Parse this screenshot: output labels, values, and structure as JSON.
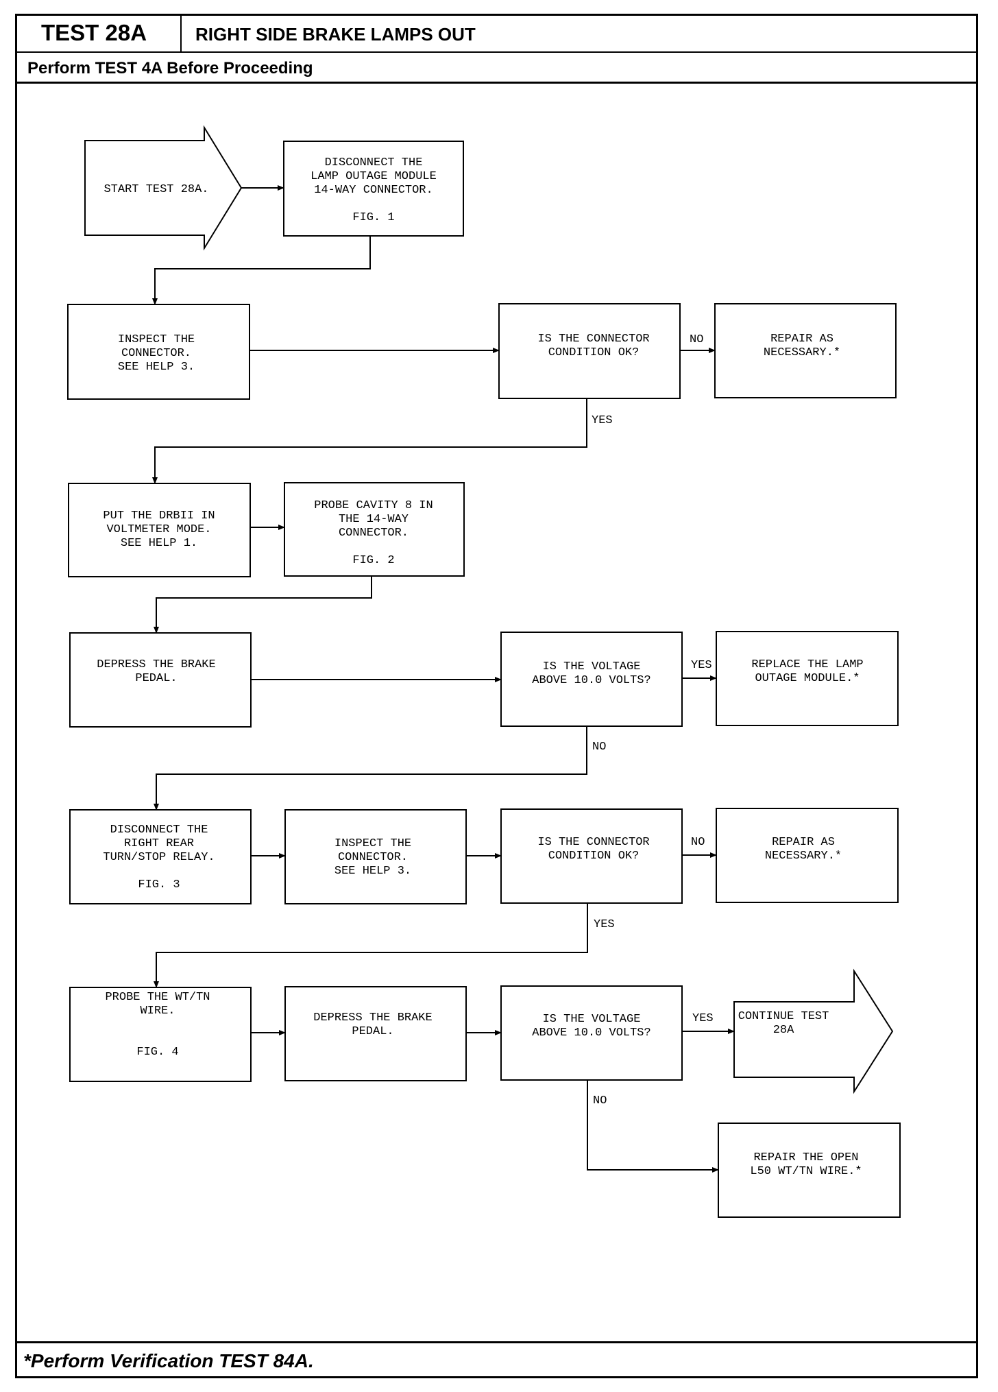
{
  "header": {
    "test_id": "TEST 28A",
    "title": "RIGHT SIDE BRAKE LAMPS OUT",
    "subtitle": "Perform TEST 4A Before Proceeding"
  },
  "footer": {
    "note": "*Perform Verification TEST 84A."
  },
  "flowchart": {
    "start": [
      "START TEST 28A."
    ],
    "disconnect_lom": [
      "DISCONNECT THE",
      "LAMP OUTAGE MODULE",
      "14-WAY CONNECTOR.",
      "",
      "FIG. 1"
    ],
    "inspect_connector_1": [
      "INSPECT THE",
      "CONNECTOR.",
      "SEE HELP 3."
    ],
    "decision_connector_1": [
      "IS THE CONNECTOR",
      "CONDITION OK?"
    ],
    "repair_1": [
      "REPAIR AS",
      "NECESSARY.*"
    ],
    "put_drbii": [
      "PUT THE DRBII IN",
      "VOLTMETER MODE.",
      "SEE HELP 1."
    ],
    "probe_cavity": [
      "PROBE CAVITY 8 IN",
      "THE 14-WAY",
      "CONNECTOR.",
      "",
      "FIG. 2"
    ],
    "depress_pedal_1": [
      "DEPRESS THE BRAKE",
      "PEDAL."
    ],
    "decision_voltage_1": [
      "IS THE VOLTAGE",
      "ABOVE 10.0 VOLTS?"
    ],
    "replace_lom": [
      "REPLACE THE LAMP",
      "OUTAGE MODULE.*"
    ],
    "disconnect_relay": [
      "DISCONNECT THE",
      "RIGHT REAR",
      "TURN/STOP RELAY.",
      "",
      "FIG. 3"
    ],
    "inspect_connector_2": [
      "INSPECT THE",
      "CONNECTOR.",
      "SEE HELP 3."
    ],
    "decision_connector_2": [
      "IS THE CONNECTOR",
      "CONDITION OK?"
    ],
    "repair_2": [
      "REPAIR AS",
      "NECESSARY.*"
    ],
    "probe_wire": [
      "PROBE THE WT/TN",
      "WIRE.",
      "",
      "",
      "FIG. 4"
    ],
    "depress_pedal_2": [
      "DEPRESS THE BRAKE",
      "PEDAL."
    ],
    "decision_voltage_2": [
      "IS THE VOLTAGE",
      "ABOVE 10.0 VOLTS?"
    ],
    "continue": [
      "CONTINUE TEST",
      "28A"
    ],
    "repair_open": [
      "REPAIR THE OPEN",
      "L50 WT/TN WIRE.*"
    ],
    "labels": {
      "no_1": "NO",
      "yes_1": "YES",
      "yes_2": "YES",
      "no_2": "NO",
      "no_3": "NO",
      "yes_3": "YES",
      "yes_4": "YES",
      "no_4": "NO"
    }
  }
}
